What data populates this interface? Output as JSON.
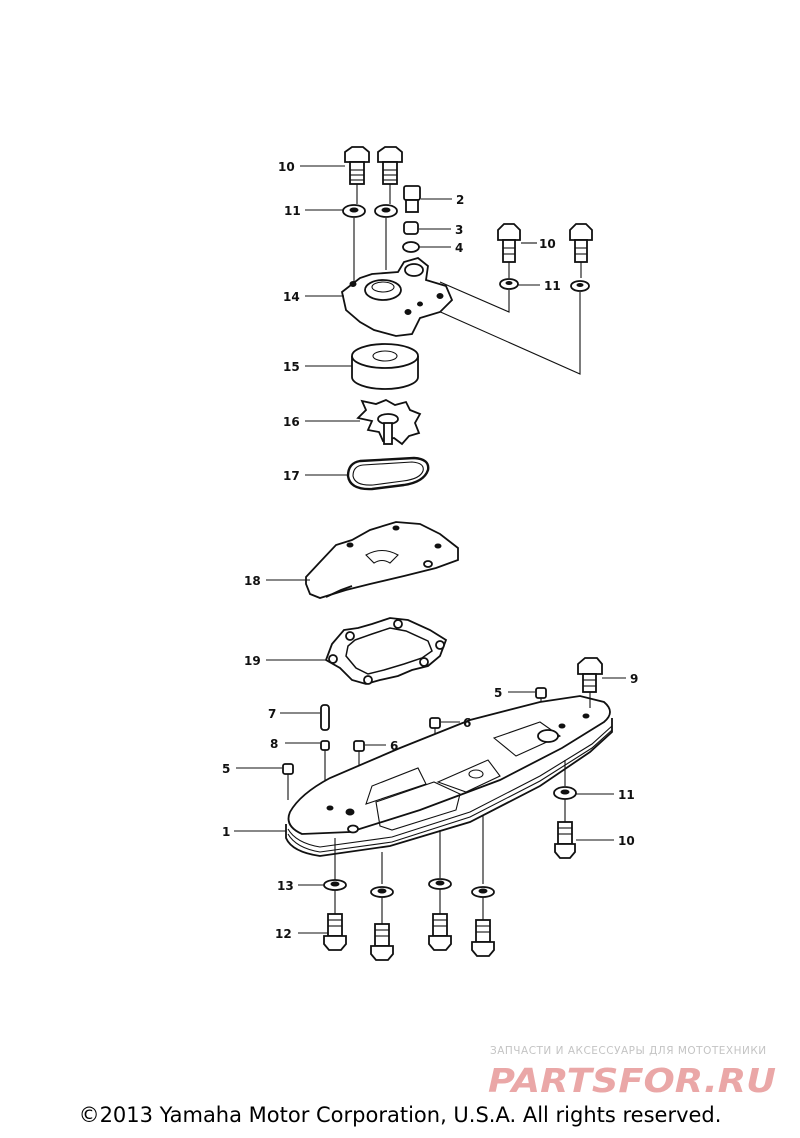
{
  "parts": [
    {
      "id": "p1",
      "label": "1"
    },
    {
      "id": "p2",
      "label": "2"
    },
    {
      "id": "p3",
      "label": "3"
    },
    {
      "id": "p4",
      "label": "4"
    },
    {
      "id": "p5",
      "label": "5"
    },
    {
      "id": "p6",
      "label": "6"
    },
    {
      "id": "p7",
      "label": "7"
    },
    {
      "id": "p8",
      "label": "8"
    },
    {
      "id": "p9",
      "label": "9"
    },
    {
      "id": "p10",
      "label": "10"
    },
    {
      "id": "p11",
      "label": "11"
    },
    {
      "id": "p12",
      "label": "12"
    },
    {
      "id": "p13",
      "label": "13"
    },
    {
      "id": "p14",
      "label": "14"
    },
    {
      "id": "p15",
      "label": "15"
    },
    {
      "id": "p16",
      "label": "16"
    },
    {
      "id": "p17",
      "label": "17"
    },
    {
      "id": "p18",
      "label": "18"
    },
    {
      "id": "p19",
      "label": "19"
    }
  ],
  "watermark": {
    "tagline": "ЗАПЧАСТИ И АКСЕССУАРЫ ДЛЯ МОТОТЕХНИКИ",
    "brand": "PARTSFOR.RU",
    "brand_color": "#e38a8a"
  },
  "copyright": "©2013 Yamaha Motor Corporation, U.S.A. All rights reserved."
}
